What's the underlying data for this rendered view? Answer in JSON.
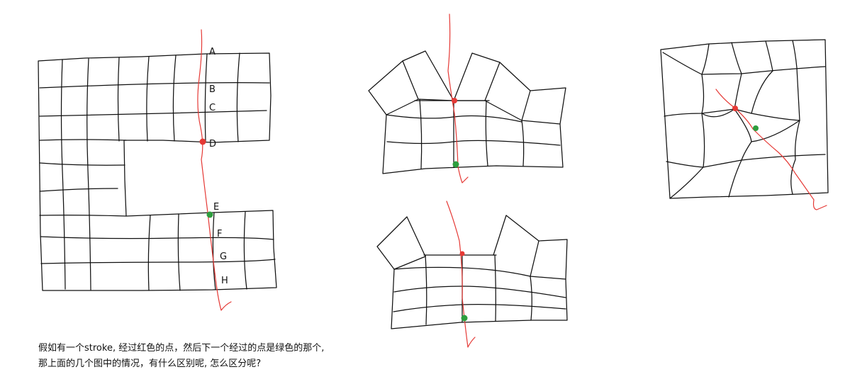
{
  "colors": {
    "grid": "#111111",
    "stroke": "#e53935",
    "red_point": "#e53935",
    "green_point": "#2e9e3e"
  },
  "labels": {
    "a": "A",
    "b": "B",
    "c": "C",
    "d": "D",
    "e": "E",
    "f": "F",
    "g": "G",
    "h": "H"
  },
  "caption": {
    "line1": "假如有一个stroke, 经过红色的点，然后下一个经过的点是绿色的那个,",
    "line2": "那上面的几个图中的情况，有什么区别呢, 怎么区分呢?"
  }
}
